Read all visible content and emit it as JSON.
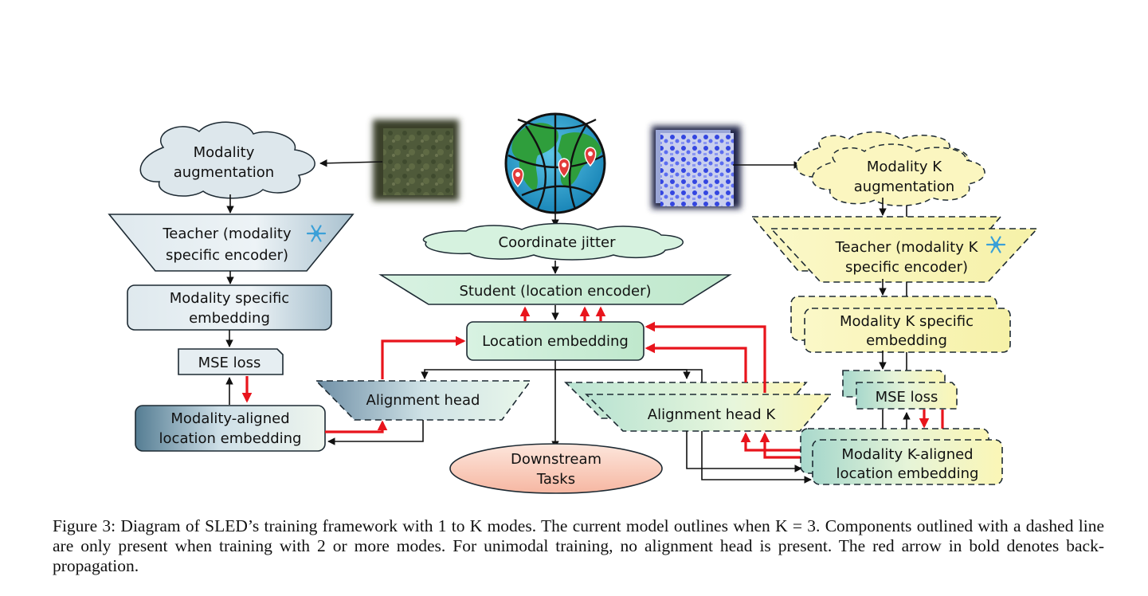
{
  "left": {
    "augmentation_line1": "Modality",
    "augmentation_line2": "augmentation",
    "teacher_line1": "Teacher (modality",
    "teacher_line2": "specific encoder)",
    "embedding_line1": "Modality specific",
    "embedding_line2": "embedding",
    "mse_loss": "MSE loss",
    "aligned_line1": "Modality-aligned",
    "aligned_line2": "location embedding"
  },
  "center": {
    "jitter": "Coordinate jitter",
    "student": "Student (location encoder)",
    "location_embedding": "Location embedding",
    "alignment_head": "Alignment head",
    "alignment_head_k": "Alignment head K",
    "downstream_line1": "Downstream",
    "downstream_line2": "Tasks"
  },
  "right": {
    "augmentation_line1": "Modality K",
    "augmentation_line2": "augmentation",
    "teacher_line1": "Teacher (modality K",
    "teacher_line2": "specific encoder)",
    "embedding_line1": "Modality K specific",
    "embedding_line2": "embedding",
    "mse_loss": "MSE loss",
    "aligned_line1": "Modality K-aligned",
    "aligned_line2": "location embedding"
  },
  "icons": {
    "frozen": "snowflake-icon",
    "globe": "globe-icon",
    "pins": "location-pin-icon"
  },
  "colors": {
    "backprop_arrow": "#e8141c",
    "forward_arrow": "#111111",
    "cloud_left": "#dde7ec",
    "cloud_center": "#d6f2df",
    "cloud_right": "#fbf6c0"
  },
  "caption": "Figure 3: Diagram of SLED’s training framework with 1 to K modes. The current model outlines when K = 3. Components outlined with a dashed line are only present when training with 2 or more modes. For unimodal training, no alignment head is present. The red arrow in bold denotes back-propagation."
}
